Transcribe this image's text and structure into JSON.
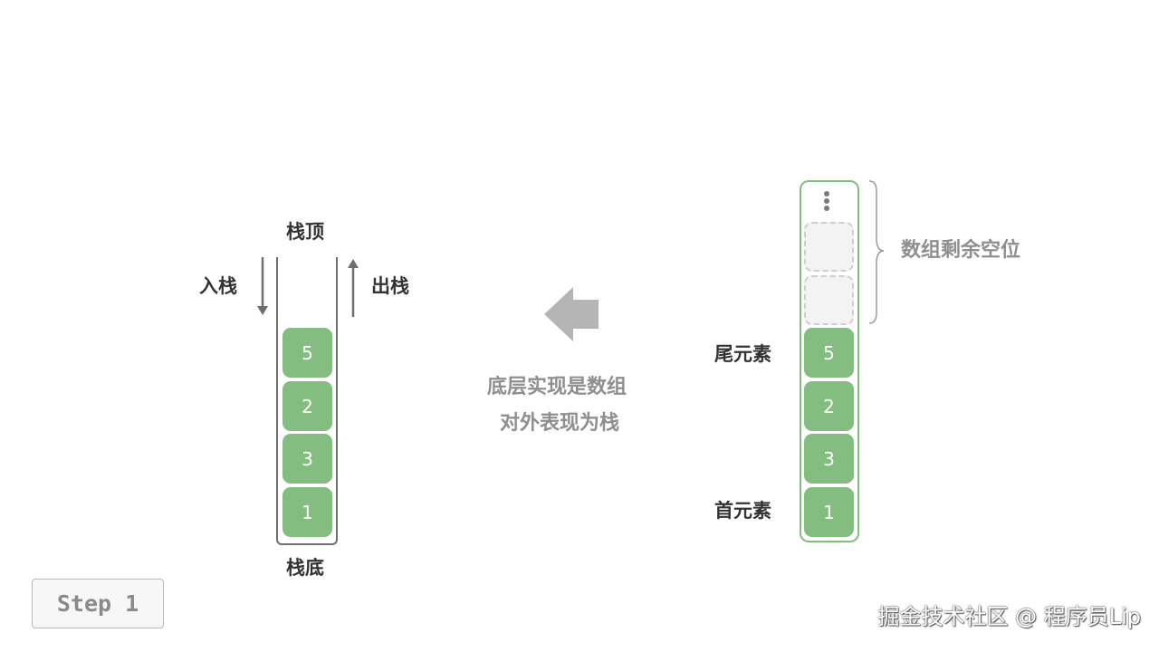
{
  "stack": {
    "top_label": "栈顶",
    "bottom_label": "栈底",
    "push_label": "入栈",
    "pop_label": "出栈",
    "items_top_to_bottom": [
      "5",
      "2",
      "3",
      "1"
    ]
  },
  "middle": {
    "line1": "底层实现是数组",
    "line2": "对外表现为栈"
  },
  "array": {
    "remaining_label": "数组剩余空位",
    "tail_label": "尾元素",
    "head_label": "首元素",
    "items_top_to_bottom": [
      "5",
      "2",
      "3",
      "1"
    ],
    "empty_slots": 2
  },
  "step": {
    "label": "Step 1"
  },
  "watermark": {
    "text": "掘金技术社区 @ 程序员Lip"
  },
  "colors": {
    "cell_fill": "#83bd80",
    "array_border": "#83bd80",
    "text_dark": "#333333",
    "text_gray": "#8f8f8f",
    "arrow_gray": "#b5b5b5"
  },
  "icons": {
    "push": "arrow-down-icon",
    "pop": "arrow-up-icon",
    "convert": "arrow-left-icon",
    "more": "vertical-ellipsis-icon",
    "group": "right-brace-icon"
  }
}
